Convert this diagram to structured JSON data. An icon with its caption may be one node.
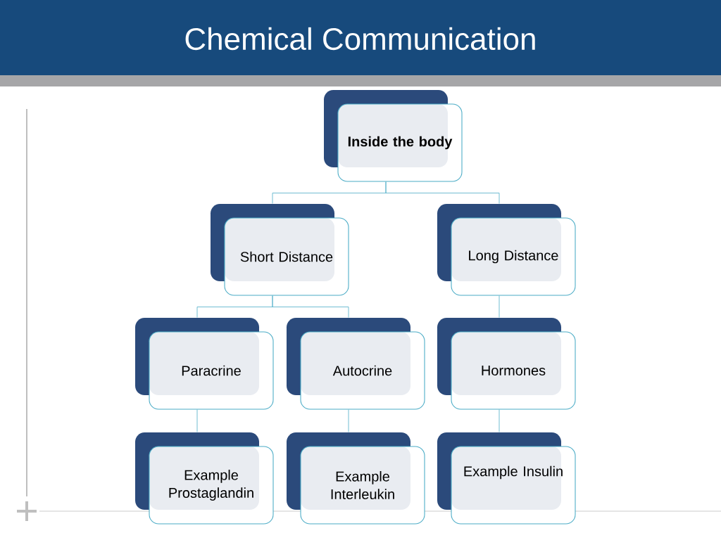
{
  "diagram": {
    "title": "Chemical Communication",
    "nodes": [
      {
        "text": [
          "Inside the body"
        ]
      },
      {
        "text": [
          "Short Distance"
        ]
      },
      {
        "text": [
          "Long  Distance"
        ]
      },
      {
        "text": [
          "Paracrine"
        ]
      },
      {
        "text": [
          "Autocrine"
        ]
      },
      {
        "text": [
          "Hormones"
        ]
      },
      {
        "text": [
          "Example Prostaglandin"
        ]
      },
      {
        "text": [
          "Example Interleukin"
        ]
      },
      {
        "text": [
          "Example Insulin"
        ]
      }
    ],
    "edges": [
      {
        "from": 0,
        "to": 1,
        "arrow": "none"
      },
      {
        "from": 0,
        "to": 2,
        "arrow": "none"
      },
      {
        "from": 1,
        "to": 3,
        "arrow": "none"
      },
      {
        "from": 1,
        "to": 4,
        "arrow": "none"
      },
      {
        "from": 2,
        "to": 5,
        "arrow": "none"
      },
      {
        "from": 3,
        "to": 6,
        "arrow": "none"
      },
      {
        "from": 4,
        "to": 7,
        "arrow": "none"
      },
      {
        "from": 5,
        "to": 8,
        "arrow": "none"
      }
    ]
  }
}
